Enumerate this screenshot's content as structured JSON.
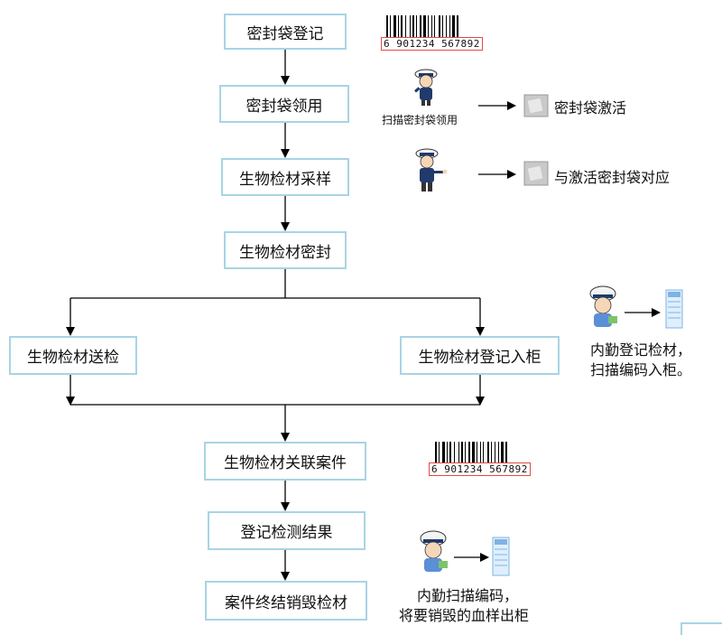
{
  "flow": {
    "b1": "密封袋登记",
    "b2": "密封袋领用",
    "b3": "生物检材采样",
    "b4": "生物检材密封",
    "b5": "生物检材送检",
    "b6": "生物检材登记入柜",
    "b7": "生物检材关联案件",
    "b8": "登记检测结果",
    "b9": "案件终结销毁检材"
  },
  "notes": {
    "barcode_text": "6 901234 567892",
    "scan_claim": "扫描密封袋领用",
    "activate": "密封袋激活",
    "match": "与激活密封袋对应",
    "cabinet_line1": "内勤登记检材，",
    "cabinet_line2": "扫描编码入柜。",
    "destroy_line1": "内勤扫描编码，",
    "destroy_line2": "将要销毁的血样出柜"
  },
  "colors": {
    "box_border": "#a8d4e4",
    "line": "#000000",
    "barcode_frame": "#e24a4a",
    "cabinet": "#7fb3e0"
  }
}
